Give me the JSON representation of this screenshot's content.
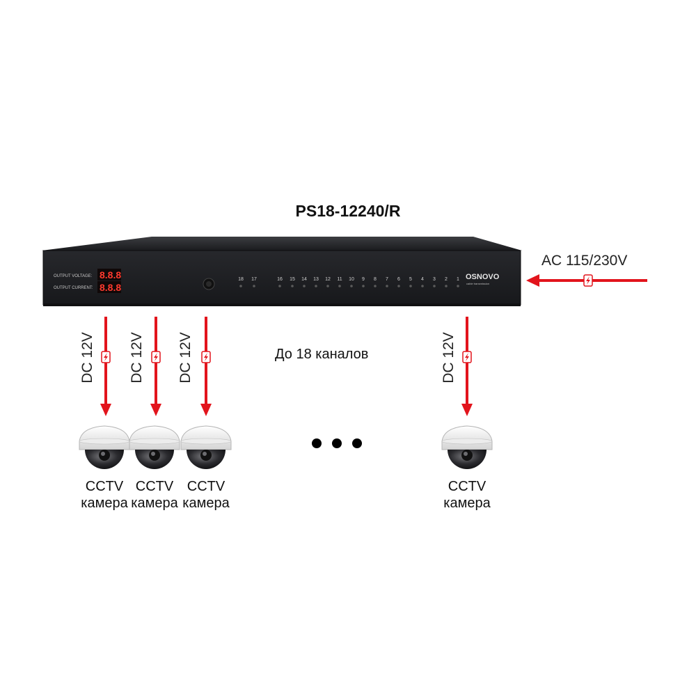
{
  "title": "PS18-12240/R",
  "device": {
    "output_voltage_label": "OUTPUT VOLTAGE:",
    "output_current_label": "OUTPUT CURRENT:",
    "voltage_display": "8.8.8",
    "current_display": "8.8.8",
    "brand": "OSNOVO",
    "brand_tagline": "cable transmission",
    "ports": [
      "18",
      "17",
      "16",
      "15",
      "14",
      "13",
      "12",
      "11",
      "10",
      "9",
      "8",
      "7",
      "6",
      "5",
      "4",
      "3",
      "2",
      "1"
    ]
  },
  "ac_input": {
    "label": "AC 115/230V"
  },
  "dc_label": "DC 12V",
  "channels_note": "До 18 каналов",
  "camera": {
    "line1": "CCTV",
    "line2": "камера"
  },
  "colors": {
    "arrow": "#e2141c",
    "device": "#1d1e22",
    "text": "#111111"
  }
}
